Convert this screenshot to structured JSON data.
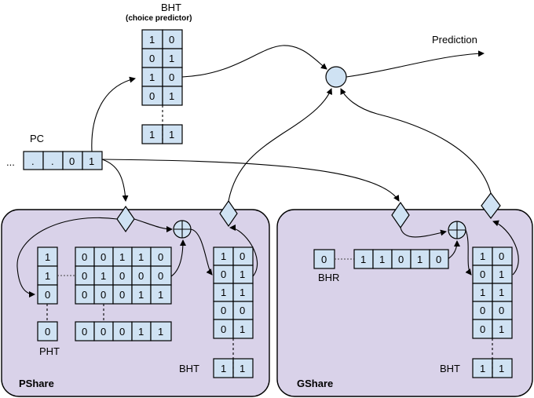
{
  "top_bht": {
    "title": "BHT",
    "subtitle": "(choice predictor)",
    "rows": [
      [
        "1",
        "0"
      ],
      [
        "0",
        "1"
      ],
      [
        "1",
        "0"
      ],
      [
        "0",
        "1"
      ]
    ],
    "last_row": [
      "1",
      "1"
    ]
  },
  "prediction_label": "Prediction",
  "pc": {
    "label": "PC",
    "ellipsis": "...",
    "cells": [
      ".",
      ".",
      "0",
      "1"
    ]
  },
  "pshare": {
    "title": "PShare",
    "pht_label": "PHT",
    "pht_cells": [
      "1",
      "1",
      "0"
    ],
    "pht_last": "0",
    "history_rows": [
      [
        "0",
        "0",
        "1",
        "1",
        "0"
      ],
      [
        "0",
        "1",
        "0",
        "0",
        "0"
      ],
      [
        "0",
        "0",
        "0",
        "1",
        "1"
      ]
    ],
    "history_last": [
      "0",
      "0",
      "0",
      "1",
      "1"
    ],
    "bht_label": "BHT",
    "bht_rows": [
      [
        "1",
        "0"
      ],
      [
        "0",
        "1"
      ],
      [
        "1",
        "1"
      ],
      [
        "0",
        "0"
      ],
      [
        "0",
        "1"
      ]
    ],
    "bht_last": [
      "1",
      "1"
    ]
  },
  "gshare": {
    "title": "GShare",
    "bhr_label": "BHR",
    "bhr_first": "0",
    "bhr_cells": [
      "1",
      "1",
      "0",
      "1",
      "0"
    ],
    "bht_label": "BHT",
    "bht_rows": [
      [
        "1",
        "0"
      ],
      [
        "0",
        "1"
      ],
      [
        "1",
        "1"
      ],
      [
        "0",
        "0"
      ],
      [
        "0",
        "1"
      ]
    ],
    "bht_last": [
      "1",
      "1"
    ]
  }
}
